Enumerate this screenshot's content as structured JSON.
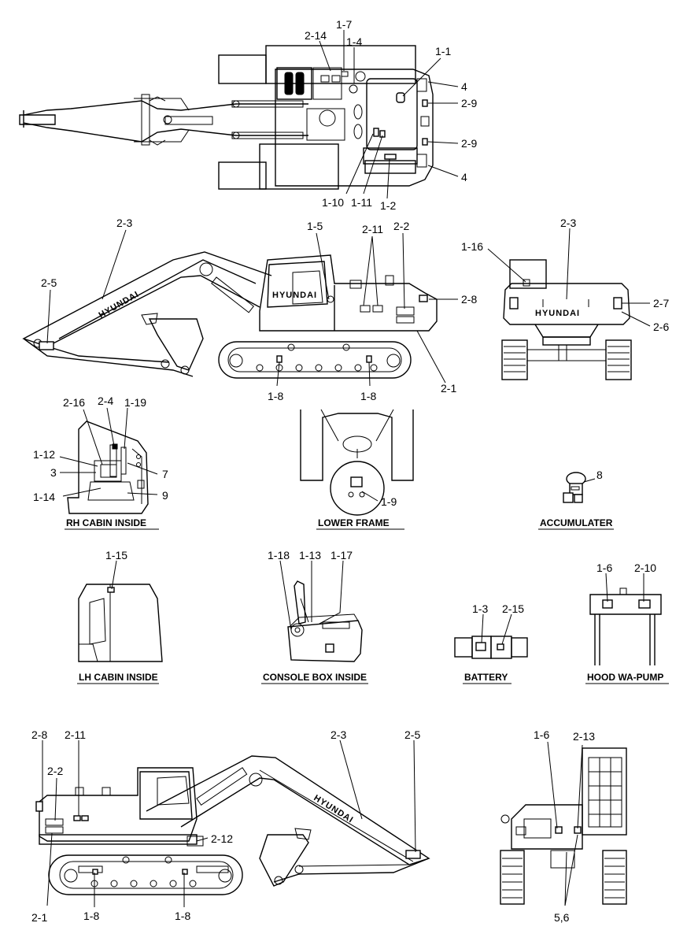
{
  "views": {
    "rh_cabin": "RH CABIN INSIDE",
    "lower_frame": "LOWER FRAME",
    "accumulator": "ACCUMULATER",
    "lh_cabin": "LH CABIN INSIDE",
    "console_box": "CONSOLE BOX INSIDE",
    "battery": "BATTERY",
    "hood": "HOOD WA-PUMP"
  },
  "logo_text": "HYUNDAI",
  "callouts": {
    "top": {
      "c1": "2-14",
      "c2": "1-7",
      "c3": "1-4",
      "c4": "1-1",
      "c5": "4",
      "c6": "2-9",
      "c7": "2-9",
      "c8": "4",
      "c9": "1-10",
      "c10": "1-11",
      "c11": "1-2"
    },
    "side_right": {
      "c1": "2-3",
      "c2": "2-5",
      "c3": "1-5",
      "c4": "2-11",
      "c5": "2-2",
      "c6": "2-8",
      "c7": "2-1",
      "c8": "1-8",
      "c9": "1-8"
    },
    "rear": {
      "c1": "1-16",
      "c2": "2-3",
      "c3": "2-7",
      "c4": "2-6"
    },
    "rh_cabin": {
      "c1": "2-16",
      "c2": "2-4",
      "c3": "1-19",
      "c4": "1-12",
      "c5": "3",
      "c6": "7",
      "c7": "1-14",
      "c8": "9"
    },
    "lower_frame": {
      "c1": "1-9"
    },
    "accumulator": {
      "c1": "8"
    },
    "lh_cabin": {
      "c1": "1-15"
    },
    "console_box": {
      "c1": "1-18",
      "c2": "1-13",
      "c3": "1-17"
    },
    "battery": {
      "c1": "1-3",
      "c2": "2-15"
    },
    "hood": {
      "c1": "1-6",
      "c2": "2-10"
    },
    "side_left": {
      "c1": "2-8",
      "c2": "2-11",
      "c3": "2-2",
      "c4": "2-3",
      "c5": "2-5",
      "c6": "2-12",
      "c7": "2-1",
      "c8": "1-8",
      "c9": "1-8"
    },
    "front": {
      "c1": "1-6",
      "c2": "2-13",
      "c3": "5,6"
    }
  }
}
